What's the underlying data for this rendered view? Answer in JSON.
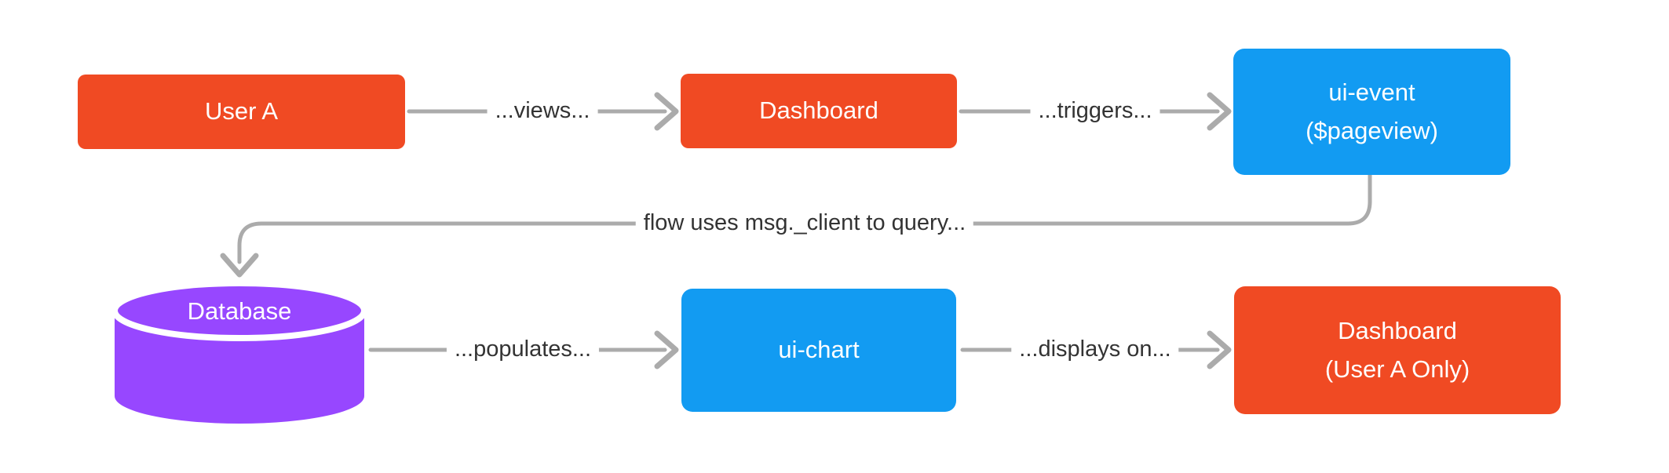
{
  "diagram": {
    "type": "flowchart",
    "background": "#ffffff",
    "colors": {
      "orange": "#F04A23",
      "blue": "#129BF2",
      "purple": "#9747FF",
      "edge": "#ABABAB",
      "edge_label": "#333333",
      "node_text": "#ffffff"
    },
    "nodes": {
      "user_a": {
        "label": "User A",
        "shape": "rect",
        "color": "#F04A23"
      },
      "dashboard": {
        "label": "Dashboard",
        "shape": "rect",
        "color": "#F04A23"
      },
      "ui_event": {
        "line1": "ui-event",
        "line2": "($pageview)",
        "shape": "rect",
        "color": "#129BF2"
      },
      "database": {
        "label": "Database",
        "shape": "cylinder",
        "color": "#9747FF"
      },
      "ui_chart": {
        "label": "ui-chart",
        "shape": "rect",
        "color": "#129BF2"
      },
      "dashboard_user_a": {
        "line1": "Dashboard",
        "line2": "(User A Only)",
        "shape": "rect",
        "color": "#F04A23"
      }
    },
    "edges": {
      "views": {
        "from": "user_a",
        "to": "dashboard",
        "label": "...views..."
      },
      "triggers": {
        "from": "dashboard",
        "to": "ui_event",
        "label": "...triggers..."
      },
      "query": {
        "from": "ui_event",
        "to": "database",
        "label": "flow uses msg._client to query..."
      },
      "populates": {
        "from": "database",
        "to": "ui_chart",
        "label": "...populates..."
      },
      "displays": {
        "from": "ui_chart",
        "to": "dashboard_user_a",
        "label": "...displays on..."
      }
    }
  }
}
